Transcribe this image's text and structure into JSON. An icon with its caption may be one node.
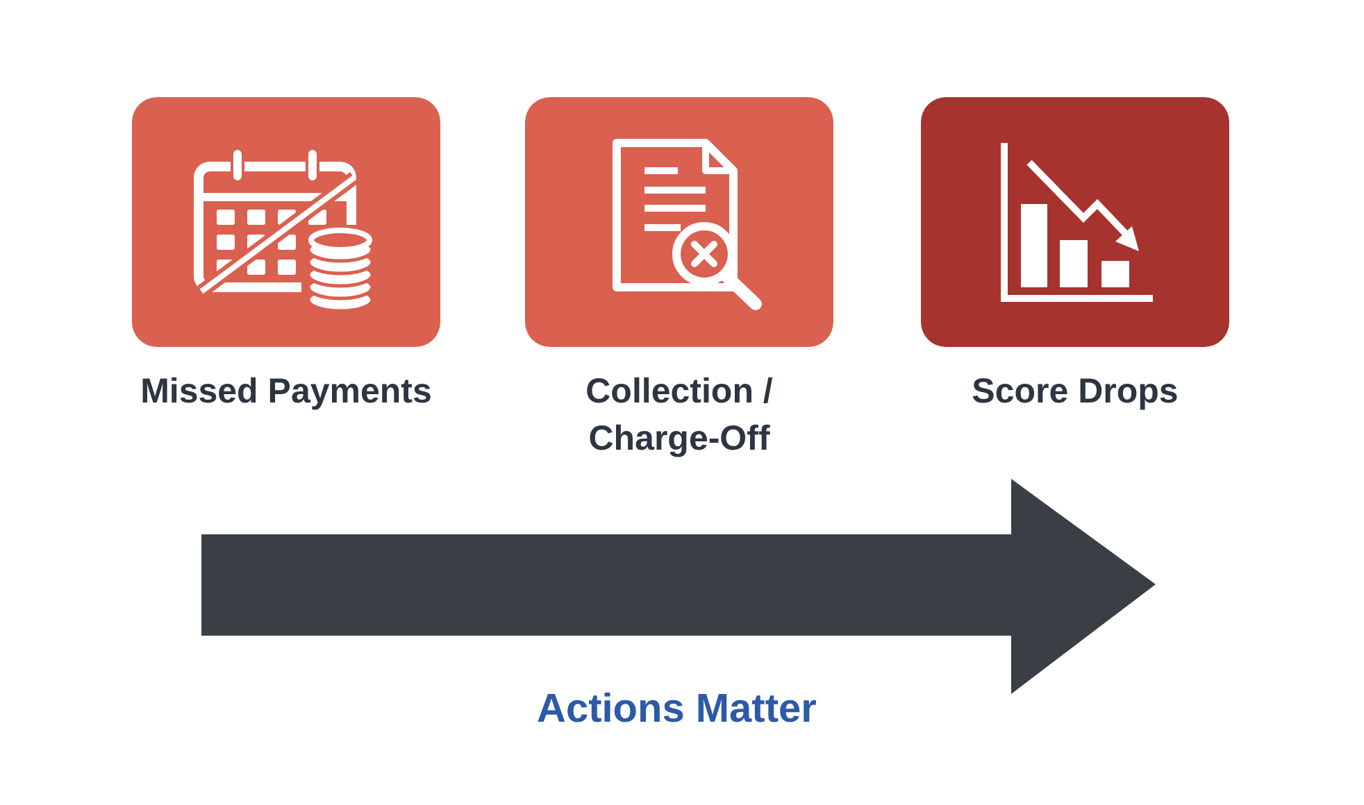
{
  "diagram": {
    "nodes": [
      {
        "text": [
          "Missed Payments"
        ]
      },
      {
        "text": [
          "Collection / Charge-Off"
        ]
      },
      {
        "text": [
          "Score Drops"
        ]
      }
    ],
    "labels": [
      "Actions Matter"
    ]
  }
}
